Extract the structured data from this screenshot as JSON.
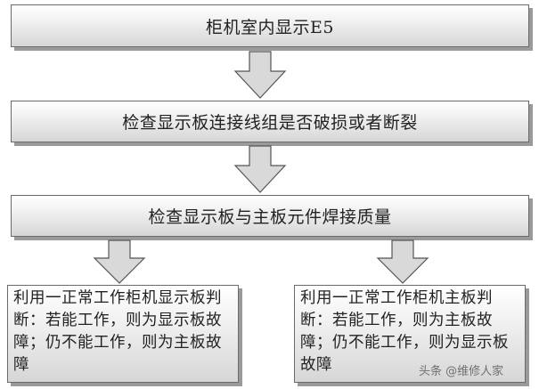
{
  "nodes": {
    "step1": "柜机室内显示E5",
    "step2": "检查显示板连接线组是否破损或者断裂",
    "step3": "检查显示板与主板元件焊接质量",
    "left": "利用一正常工作柜机显示板判断：若能工作，则为显示板故障；仍不能工作，则为主板故障",
    "right": "利用一正常工作柜机主板判断：若能工作，则为主板故障；仍不能工作，则为显示板故障"
  },
  "watermark": "头条 @维修人家",
  "colors": {
    "arrow_fill": "#d9d9d9",
    "arrow_stroke": "#555555",
    "box_border": "#6a6a6a"
  }
}
